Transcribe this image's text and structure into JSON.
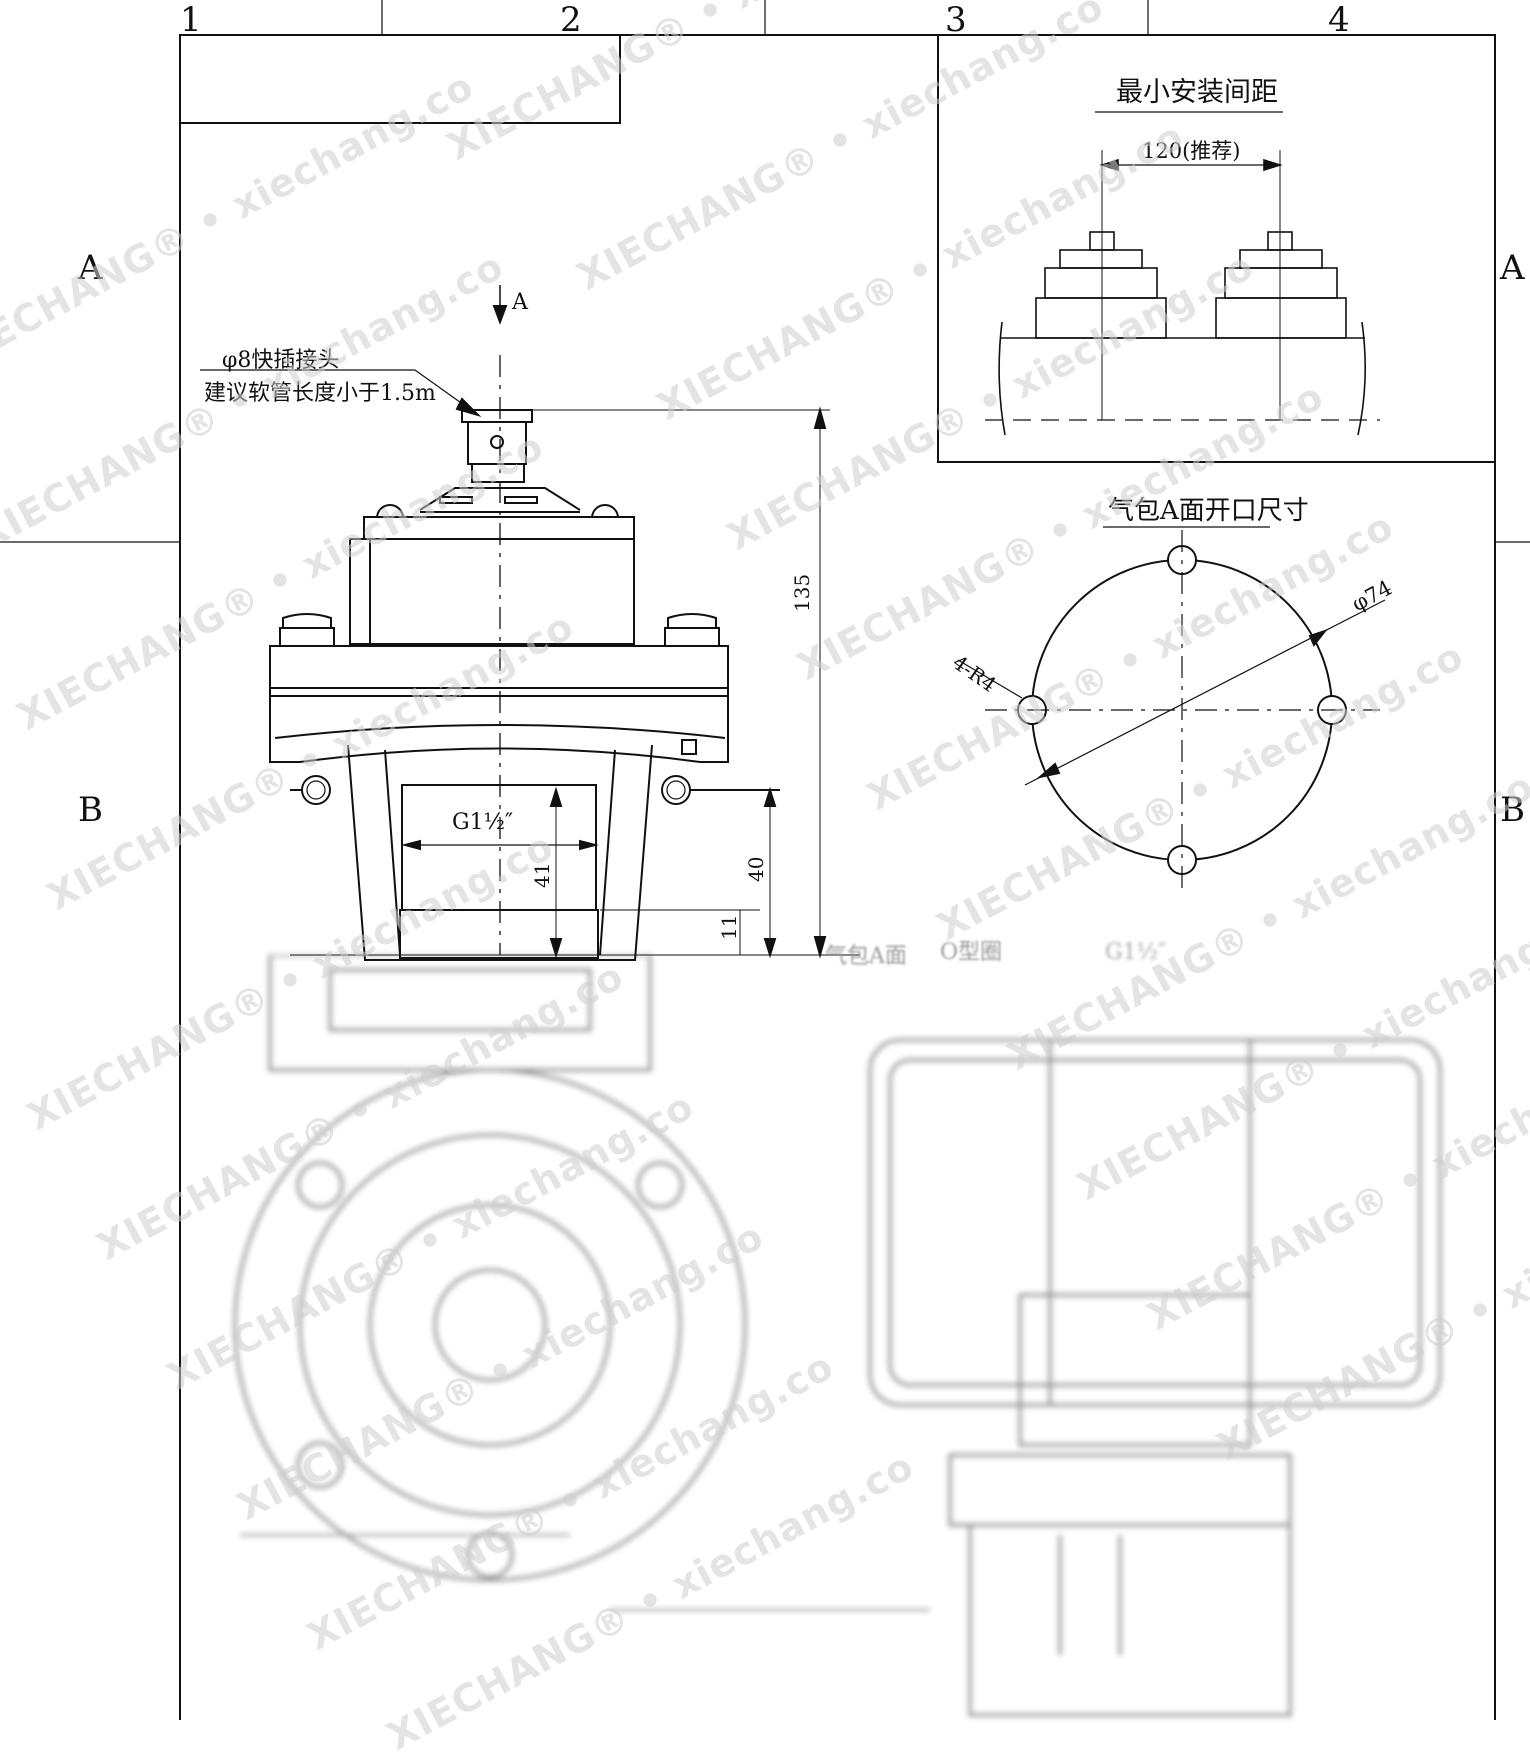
{
  "zone_labels": {
    "top": [
      "1",
      "2",
      "3",
      "4"
    ],
    "side_a": "A",
    "side_b": "B"
  },
  "main_view": {
    "view_arrow_label": "A",
    "connector_label": "φ8快插接头",
    "hose_note": "建议软管长度小于1.5m",
    "thread_label": "G1½″",
    "dims": {
      "height_total": "135",
      "inner": "41",
      "outer": "40",
      "bottom": "11"
    }
  },
  "min_spacing": {
    "title": "最小安装间距",
    "spacing": "120(推荐)"
  },
  "opening": {
    "title": "气包A面开口尺寸",
    "diameter": "φ74",
    "corner": "4-R4"
  },
  "lower_labels": {
    "face_a": "气包A面",
    "o_ring": "O型圈",
    "thread": "G1½″"
  },
  "watermark": "XIECHANG® • xiechang.co"
}
